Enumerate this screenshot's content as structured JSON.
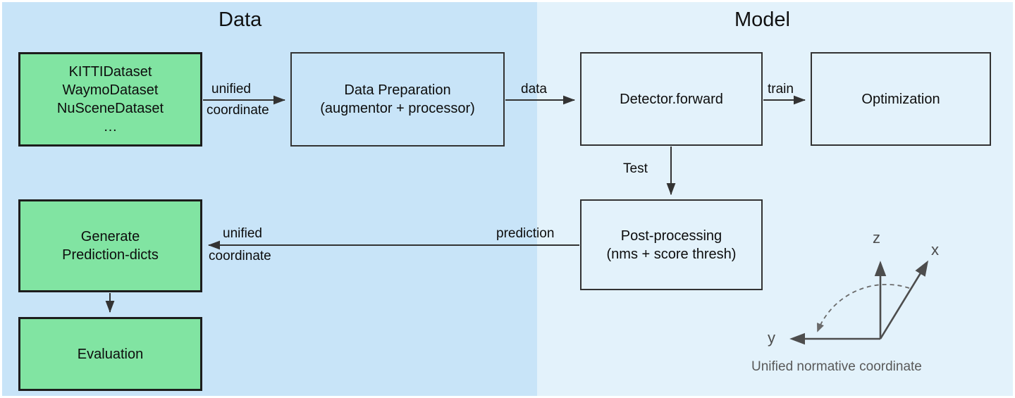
{
  "diagram": {
    "title_left": "Data",
    "title_right": "Model",
    "colors": {
      "data_panel_bg": "#c8e4f8",
      "model_panel_bg": "#e3f2fb",
      "dataset_box_fill": "#81e4a2",
      "box_stroke": "#333333",
      "green_box_stroke": "#1d1d1d",
      "coordinate_gray": "#4d4d4d",
      "caption_gray": "#595959"
    }
  },
  "nodes": {
    "datasets": "KITTIDataset\nWaymoDataset\nNuSceneDataset\n…",
    "data_preparation": "Data Preparation\n(augmentor + processor)",
    "detector_forward": "Detector.forward",
    "optimization": "Optimization",
    "post_processing": "Post-processing\n(nms + score thresh)",
    "generate_prediction_dicts": "Generate\nPrediction-dicts",
    "evaluation": "Evaluation"
  },
  "edges": {
    "datasets_to_dataprep_top": "unified",
    "datasets_to_dataprep_bottom": "coordinate",
    "dataprep_to_detector": "data",
    "detector_to_optimization": "train",
    "detector_to_postproc": "Test",
    "postproc_to_genpred_right": "prediction",
    "postproc_to_genpred_top": "unified",
    "postproc_to_genpred_bottom": "coordinate"
  },
  "coordinate_system": {
    "axis_z": "z",
    "axis_x": "x",
    "axis_y": "y",
    "caption": "Unified normative coordinate"
  }
}
